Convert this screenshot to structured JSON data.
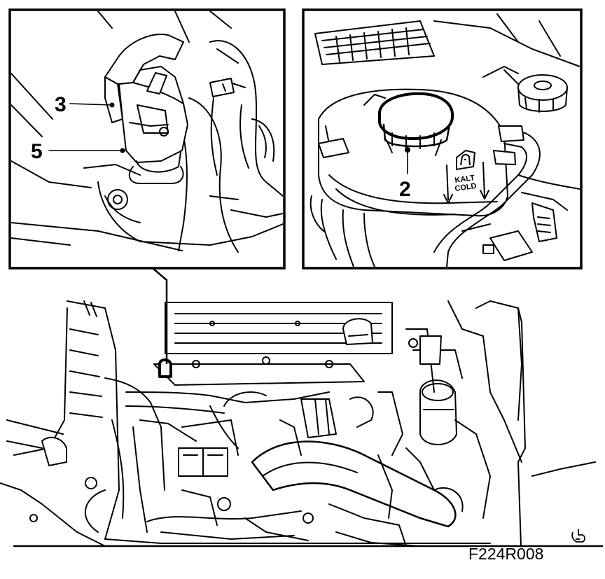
{
  "diagram": {
    "callouts": {
      "c3": "3",
      "c5": "5",
      "c2": "2"
    },
    "tank_text": {
      "line1": "KALT",
      "line2": "COLD"
    },
    "figure_id": "F224R008"
  },
  "colors": {
    "ink": "#000000",
    "paper": "#ffffff"
  },
  "icons": {
    "corner_mark": "hand-pointer-icon",
    "tank_symbol": "coolant-warning-icon"
  }
}
